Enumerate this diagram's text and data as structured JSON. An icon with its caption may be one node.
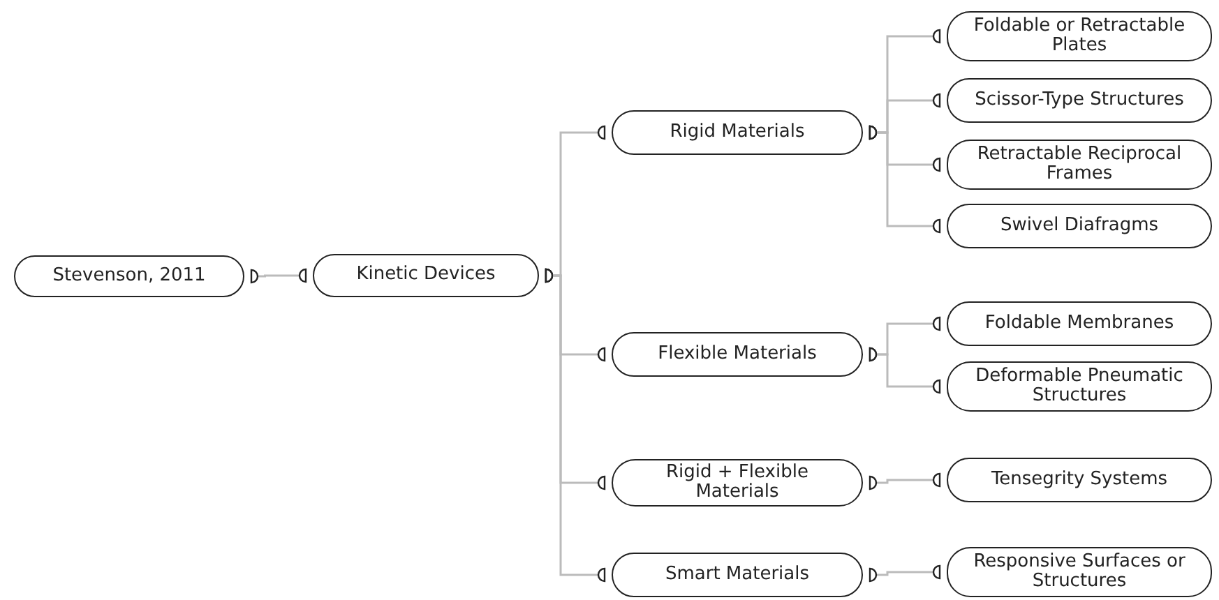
{
  "diagram": {
    "nodes": [
      {
        "text": [
          "Stevenson, 2011"
        ]
      },
      {
        "text": [
          "Kinetic Devices"
        ]
      },
      {
        "text": [
          "Rigid Materials"
        ]
      },
      {
        "text": [
          "Flexible Materials"
        ]
      },
      {
        "text": [
          "Rigid + Flexible Materials"
        ]
      },
      {
        "text": [
          "Smart Materials"
        ]
      },
      {
        "text": [
          "Foldable or Retractable Plates"
        ]
      },
      {
        "text": [
          "Scissor-Type Structures"
        ]
      },
      {
        "text": [
          "Retractable Reciprocal Frames"
        ]
      },
      {
        "text": [
          "Swivel Diafragms"
        ]
      },
      {
        "text": [
          "Foldable Membranes"
        ]
      },
      {
        "text": [
          "Deformable Pneumatic Structures"
        ]
      },
      {
        "text": [
          "Tensegrity Systems"
        ]
      },
      {
        "text": [
          "Responsive Surfaces or Structures"
        ]
      }
    ],
    "edges": [
      {
        "from": 0,
        "to": 1,
        "arrow": "other"
      },
      {
        "from": 1,
        "to": 2,
        "arrow": "other"
      },
      {
        "from": 1,
        "to": 3,
        "arrow": "other"
      },
      {
        "from": 1,
        "to": 4,
        "arrow": "other"
      },
      {
        "from": 1,
        "to": 5,
        "arrow": "other"
      },
      {
        "from": 2,
        "to": 6,
        "arrow": "other"
      },
      {
        "from": 2,
        "to": 7,
        "arrow": "other"
      },
      {
        "from": 2,
        "to": 8,
        "arrow": "other"
      },
      {
        "from": 2,
        "to": 9,
        "arrow": "other"
      },
      {
        "from": 3,
        "to": 10,
        "arrow": "other"
      },
      {
        "from": 3,
        "to": 11,
        "arrow": "other"
      },
      {
        "from": 4,
        "to": 12,
        "arrow": "other"
      },
      {
        "from": 5,
        "to": 13,
        "arrow": "other"
      }
    ]
  }
}
